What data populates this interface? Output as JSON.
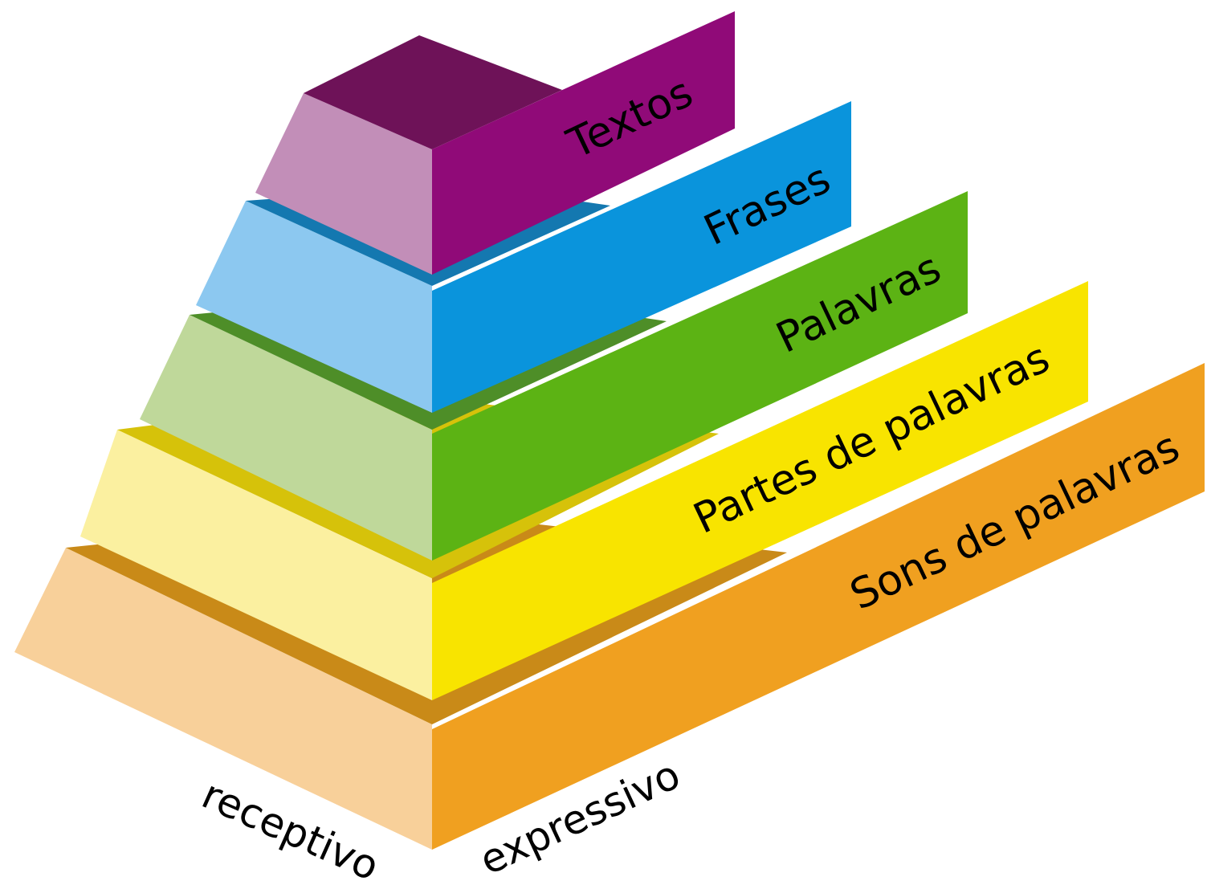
{
  "diagram": {
    "tiers": [
      {
        "label": "Sons de palavras",
        "colors": {
          "left": "#F8D09A",
          "right": "#F0A020",
          "top": "#C98A18"
        }
      },
      {
        "label": "Partes de palavras",
        "colors": {
          "left": "#FBF0A0",
          "right": "#F8E400",
          "top": "#D6C20A"
        }
      },
      {
        "label": "Palavras",
        "colors": {
          "left": "#BFD89A",
          "right": "#5CB314",
          "top": "#4E8E28"
        }
      },
      {
        "label": "Frases",
        "colors": {
          "left": "#8CC8F0",
          "right": "#0A94DC",
          "top": "#1478B0"
        }
      },
      {
        "label": "Textos",
        "colors": {
          "left": "#C28EB8",
          "right": "#900A78",
          "top": "#6E1258"
        }
      }
    ],
    "axis_labels": {
      "left": "receptivo",
      "right": "expressivo"
    }
  }
}
